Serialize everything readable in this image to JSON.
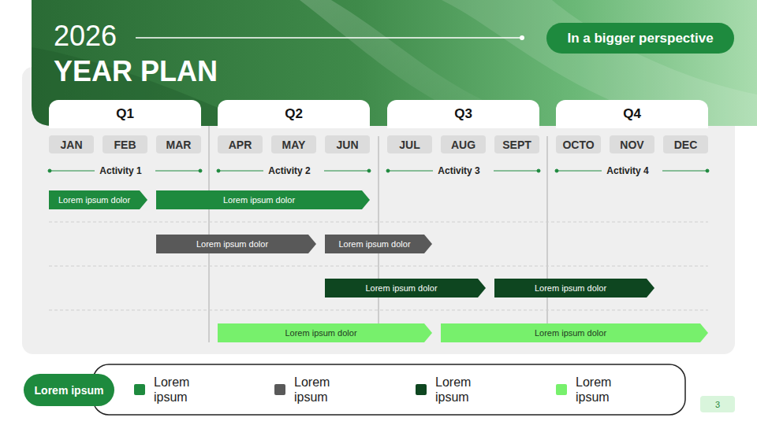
{
  "diagram": {
    "title": "YEAR PLAN",
    "nodes": [
      {
        "text": [
          "In a bigger perspective"
        ]
      },
      {
        "text": [
          "Q1"
        ]
      },
      {
        "text": [
          "Q2"
        ]
      },
      {
        "text": [
          "Q3"
        ]
      },
      {
        "text": [
          "Q4"
        ]
      },
      {
        "text": [
          "JAN"
        ]
      },
      {
        "text": [
          "FEB"
        ]
      },
      {
        "text": [
          "MAR"
        ]
      },
      {
        "text": [
          "APR"
        ]
      },
      {
        "text": [
          "MAY"
        ]
      },
      {
        "text": [
          "JUN"
        ]
      },
      {
        "text": [
          "JUL"
        ]
      },
      {
        "text": [
          "AUG"
        ]
      },
      {
        "text": [
          "SEPT"
        ]
      },
      {
        "text": [
          "OCTO"
        ]
      },
      {
        "text": [
          "NOV"
        ]
      },
      {
        "text": [
          "DEC"
        ]
      },
      {
        "text": [
          "Lorem ipsum dolor"
        ]
      },
      {
        "text": [
          "Lorem ipsum dolor"
        ]
      },
      {
        "text": [
          "Lorem ipsum dolor"
        ]
      },
      {
        "text": [
          "Lorem ipsum dolor"
        ]
      },
      {
        "text": [
          "Lorem ipsum dolor"
        ]
      },
      {
        "text": [
          "Lorem ipsum dolor"
        ]
      },
      {
        "text": [
          "Lorem ipsum dolor"
        ]
      },
      {
        "text": [
          "Lorem ipsum dolor"
        ]
      },
      {
        "text": [
          "Lorem ipsum"
        ]
      },
      {
        "text": [
          "3"
        ]
      }
    ],
    "labels": [
      "2026",
      "Activity 1",
      "Activity 2",
      "Activity 3",
      "Activity 4"
    ],
    "legend": [
      {
        "text": "Lorem ipsum",
        "color": "#1e8a3e"
      },
      {
        "text": "Lorem ipsum",
        "color": "#595959"
      },
      {
        "text": "Lorem ipsum",
        "color": "#0e4620"
      },
      {
        "text": "Lorem ipsum",
        "color": "#77f06c"
      }
    ]
  }
}
